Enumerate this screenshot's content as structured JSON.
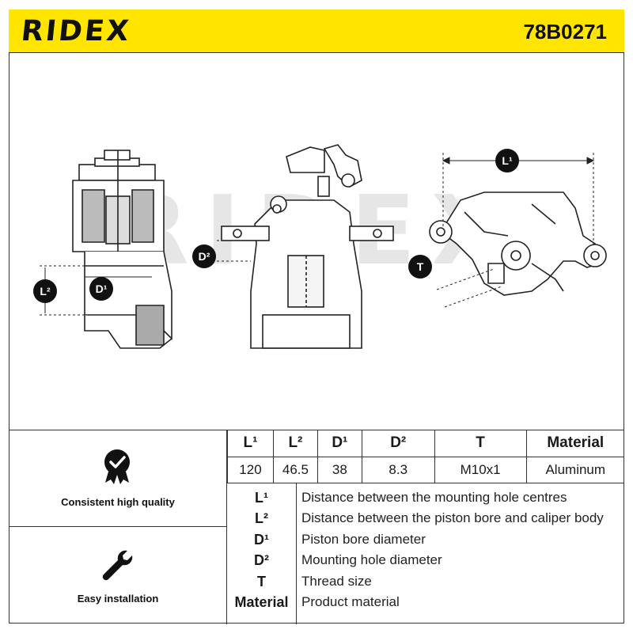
{
  "header": {
    "brand": "RIDEX",
    "part_number": "78B0271",
    "brand_color": "#ffe500"
  },
  "drawing": {
    "watermark": "RIDEX",
    "dimension_markers": [
      "L¹",
      "L²",
      "D¹",
      "D²",
      "T"
    ]
  },
  "features": [
    {
      "icon": "quality-seal-icon",
      "label": "Consistent high quality"
    },
    {
      "icon": "wrench-icon",
      "label": "Easy installation"
    }
  ],
  "specs": {
    "headers": [
      "L¹",
      "L²",
      "D¹",
      "D²",
      "T",
      "Material"
    ],
    "values": [
      "120",
      "46.5",
      "38",
      "8.3",
      "M10x1",
      "Aluminum"
    ]
  },
  "legend": [
    {
      "key": "L¹",
      "desc": "Distance between the mounting hole centres"
    },
    {
      "key": "L²",
      "desc": "Distance between the piston bore and caliper body"
    },
    {
      "key": "D¹",
      "desc": "Piston bore diameter"
    },
    {
      "key": "D²",
      "desc": "Mounting hole diameter"
    },
    {
      "key": "T",
      "desc": "Thread size"
    },
    {
      "key": "Material",
      "desc": "Product material"
    }
  ]
}
